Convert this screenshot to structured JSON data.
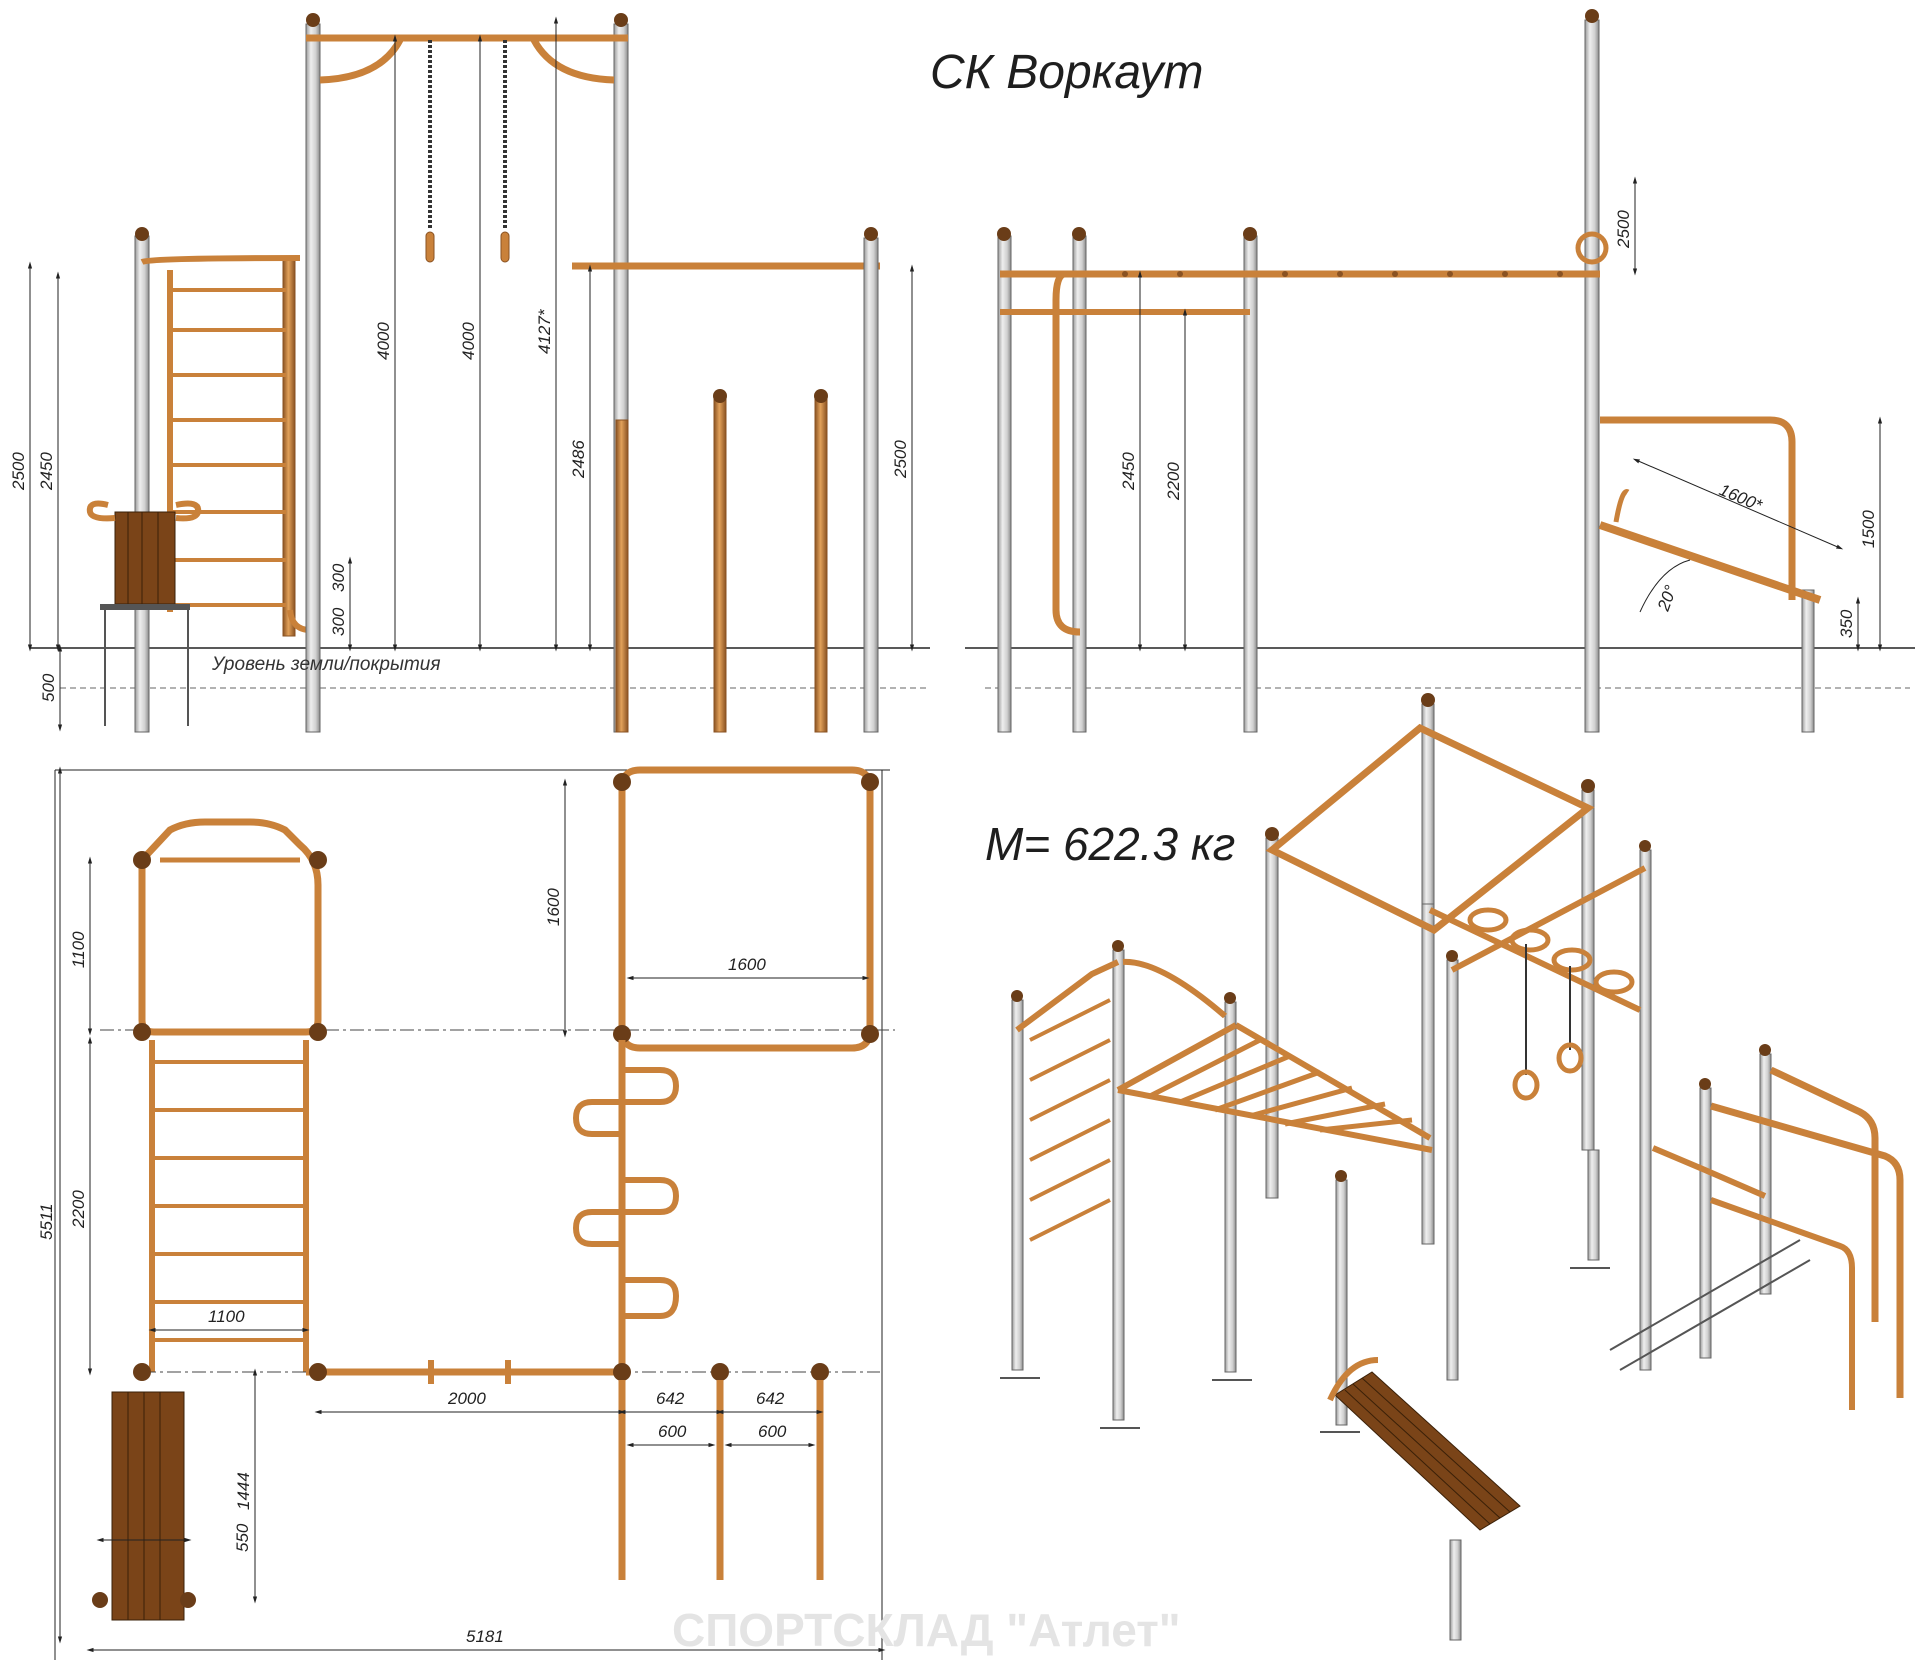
{
  "title": "СК Воркаут",
  "mass": "M= 622.3 кг",
  "ground_label": "Уровень земли/покрытия",
  "watermark": "СПОРТСКЛАД \"Атлет\"",
  "colors": {
    "pipe": "#c9813a",
    "pipe_dark": "#8a5222",
    "post": "#d4d4d4",
    "post_edge": "#6d6d6d",
    "bench": "#7a4418",
    "line": "#222222"
  },
  "dims": {
    "front_2500": "2500",
    "front_2450": "2450",
    "front_300a": "300",
    "front_300b": "300",
    "front_500": "500",
    "front_4000a": "4000",
    "front_4000b": "4000",
    "front_4127": "4127*",
    "front_2486": "2486",
    "front_2500b": "2500",
    "side_2450": "2450",
    "side_2200": "2200",
    "side_2500": "2500",
    "side_1600": "1600*",
    "side_1500": "1500",
    "side_20": "20°",
    "side_350": "350",
    "plan_1100_top": "1100",
    "plan_1600_v": "1600",
    "plan_1600_h": "1600",
    "plan_2200": "2200",
    "plan_5511": "5511",
    "plan_1100_low": "1100",
    "plan_2000": "2000",
    "plan_642a": "642",
    "plan_642b": "642",
    "plan_600a": "600",
    "plan_600b": "600",
    "plan_1444": "1444",
    "plan_550": "550",
    "plan_5181": "5181"
  }
}
